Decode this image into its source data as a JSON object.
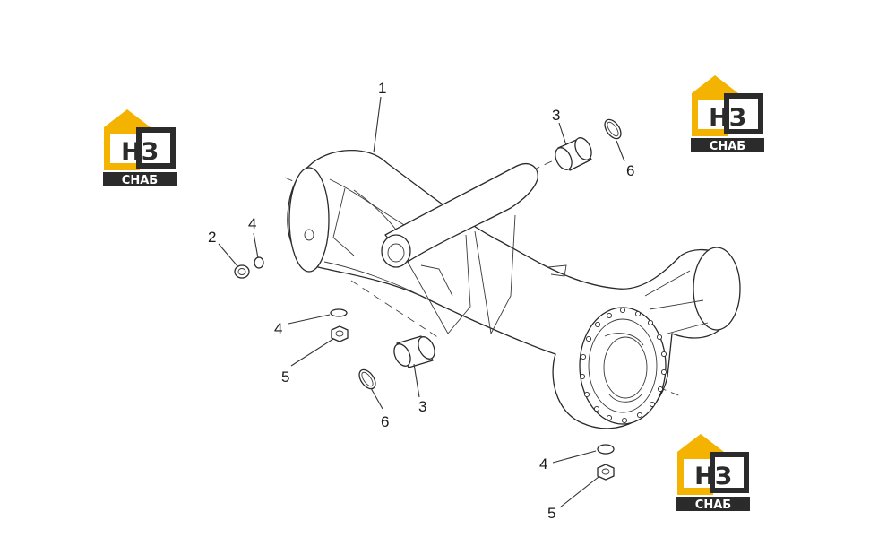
{
  "callouts": {
    "c1": "1",
    "c2": "2",
    "c3_top": "3",
    "c3_bottom": "3",
    "c4_left": "4",
    "c4_mid": "4",
    "c4_bottom": "4",
    "c5_mid": "5",
    "c5_bottom": "5",
    "c6_top": "6",
    "c6_bottom": "6"
  },
  "watermark": {
    "letters": "НЗ",
    "word": "СНАБ"
  },
  "colors": {
    "logo_yellow": "#f3b300",
    "logo_dark": "#2b2b2b",
    "line": "#2a2a2a"
  }
}
